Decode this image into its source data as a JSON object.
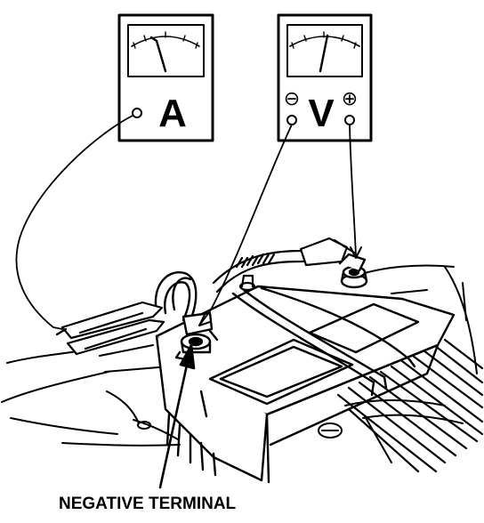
{
  "ammeter": {
    "symbol": "A"
  },
  "voltmeter": {
    "symbol": "V",
    "negative_symbol": "⊖",
    "positive_symbol": "⊕"
  },
  "callout": {
    "label": "NEGATIVE TERMINAL"
  },
  "colors": {
    "ink": "#000000",
    "paper": "#ffffff"
  }
}
